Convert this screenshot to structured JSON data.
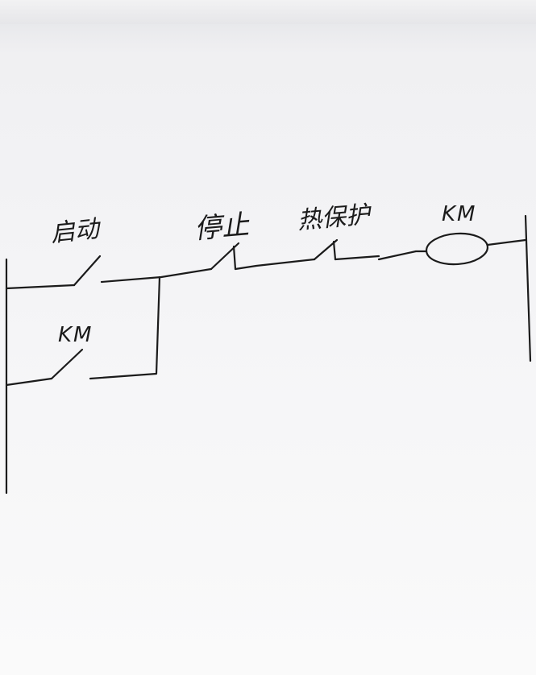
{
  "diagram": {
    "labels": {
      "start": "启动",
      "stop": "停止",
      "thermal_relay": "热保护",
      "holding_contact": "KM",
      "coil": "KM"
    },
    "ink_color": "#1b1b1b",
    "paper_color": "#f4f4f6"
  }
}
